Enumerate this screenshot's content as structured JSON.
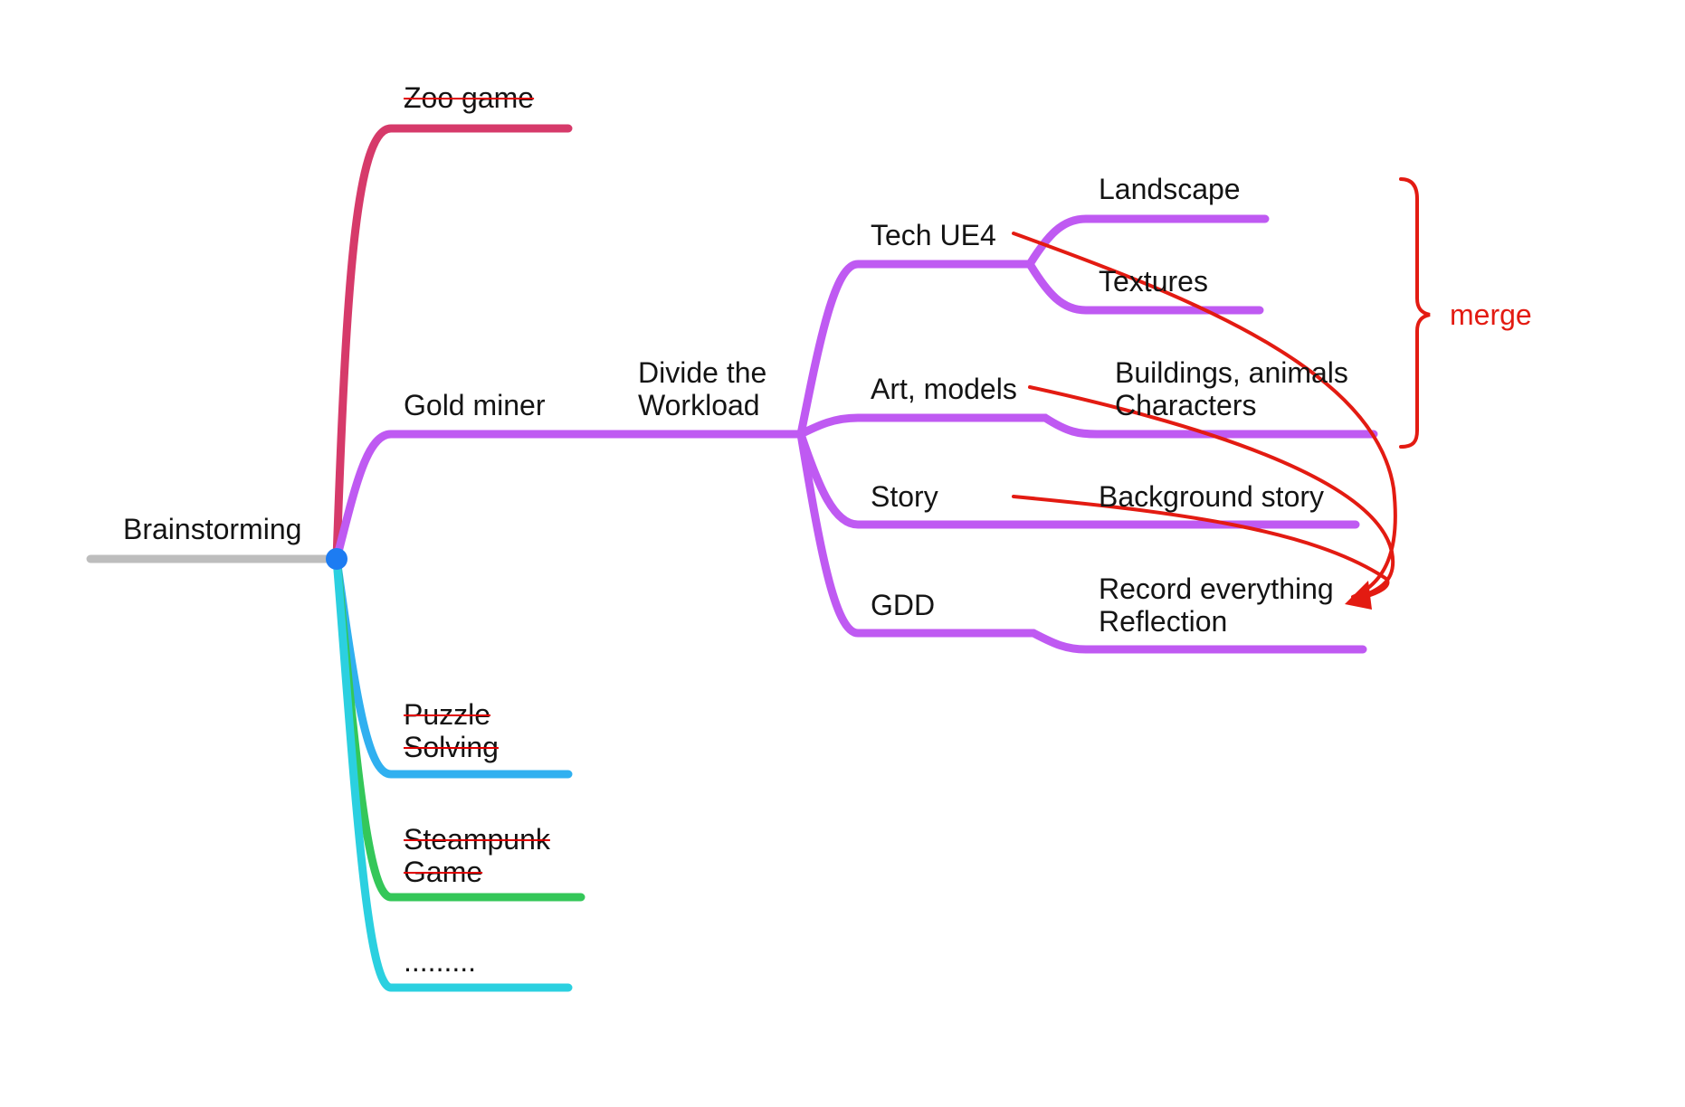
{
  "mindmap": {
    "root": "Brainstorming",
    "branches": {
      "zoo": {
        "label": "Zoo game",
        "struck": true
      },
      "gold": {
        "label": "Gold miner",
        "child": {
          "label_line1": "Divide the",
          "label_line2": "Workload",
          "subtopics": {
            "tech": {
              "label": "Tech UE4",
              "leaves": [
                "Landscape",
                "Textures"
              ]
            },
            "art": {
              "label": "Art, models",
              "leaf_line1": "Buildings, animals",
              "leaf_line2": "Characters"
            },
            "story": {
              "label": "Story",
              "leaf": "Background story"
            },
            "gdd": {
              "label": "GDD",
              "leaf_line1": "Record everything",
              "leaf_line2": "Reflection"
            }
          }
        }
      },
      "puzzle": {
        "label_line1": "Puzzle",
        "label_line2": "Solving",
        "struck": true
      },
      "steampunk": {
        "label_line1": "Steampunk",
        "label_line2": "Game",
        "struck": true
      },
      "more": {
        "label": "........."
      }
    }
  },
  "annotation": {
    "label": "merge"
  },
  "colors": {
    "root_line": "#bdbdbd",
    "root_node": "#1d7cf2",
    "zoo": "#d63a6a",
    "gold": "#bf5af2",
    "puzzle": "#30b0f0",
    "steampunk": "#34c759",
    "more": "#2bd0e0",
    "annotation": "#e31b12"
  }
}
